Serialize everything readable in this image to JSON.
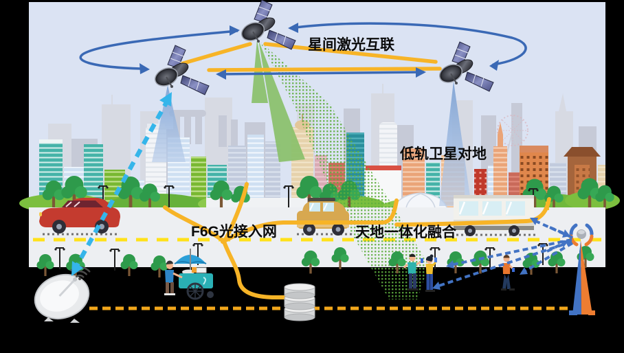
{
  "labels": {
    "inter_satellite_laser": "星间激光互联",
    "leo_satellite_to_ground": "低轨卫星对地",
    "f6g_optical_access": "F6G光接入网",
    "space_ground_integration": "天地一体化融合"
  },
  "objects": [
    "three LEO satellites linked by laser paths",
    "city skyline with ferris wheel and dome stadium",
    "red car, taxi SUV, white bus on road",
    "ground satellite dish with wifi signal",
    "street vendor cart with umbrella",
    "optical fiber cables joining a database",
    "pedestrians using phones",
    "cellular base-station tower with radio links"
  ],
  "colors": {
    "sky": "#dbe3f3",
    "satellite_link_yellow": "#f7b427",
    "orbit_arrow_blue": "#3a69b5",
    "ground_beam_green": "#8ac06a",
    "ground_beam_blue": "#7fa3d4",
    "dish_link_cyan": "#35b5ea",
    "tower_link_blue": "#4273c4",
    "tower_orange": "#ed7d31",
    "road_dash_yellow": "#ffe11a",
    "fiber_cable_yellow": "#f7b427",
    "bottom_dash_orange": "#f2a71b"
  }
}
